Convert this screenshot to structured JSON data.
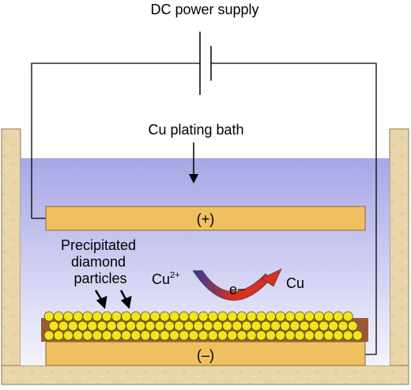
{
  "labels": {
    "power_supply": "DC power supply",
    "bath": "Cu plating bath",
    "anode": "(+)",
    "cathode": "(–)",
    "particles_line1": "Precipitated",
    "particles_line2": "diamond",
    "particles_line3": "particles",
    "cu_ion_base": "Cu",
    "cu_ion_charge": "2+",
    "electron": "e−",
    "cu_metal": "Cu"
  },
  "colors": {
    "tank_wall": "#e8d6aa",
    "tank_outline": "#8a7a5a",
    "bath_top": "#a7a7e6",
    "bath_bottom": "#f4f4fd",
    "electrode": "#f0c060",
    "particle": "#f3e51c",
    "arrow_red": "#d93020",
    "arrow_blue": "#2c3aa0",
    "wire": "#000000"
  }
}
